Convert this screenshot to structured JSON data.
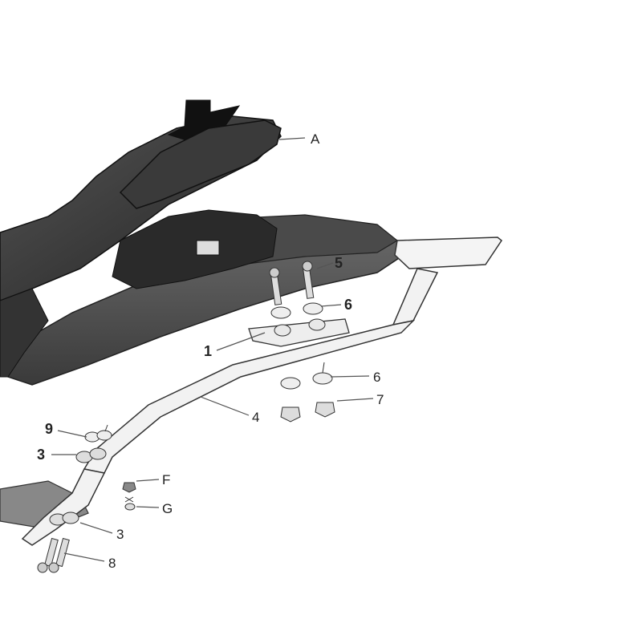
{
  "diagram": {
    "callouts": {
      "A": "A",
      "1": "1",
      "3a": "3",
      "3b": "3",
      "4": "4",
      "5": "5",
      "6a": "6",
      "6b": "6",
      "7": "7",
      "8": "8",
      "9": "9",
      "F": "F",
      "G": "G"
    }
  },
  "colors": {
    "seat": "#3b3b3b",
    "tail": "#5a5a5a",
    "frame": "#f2f2f2",
    "line": "#555555"
  }
}
